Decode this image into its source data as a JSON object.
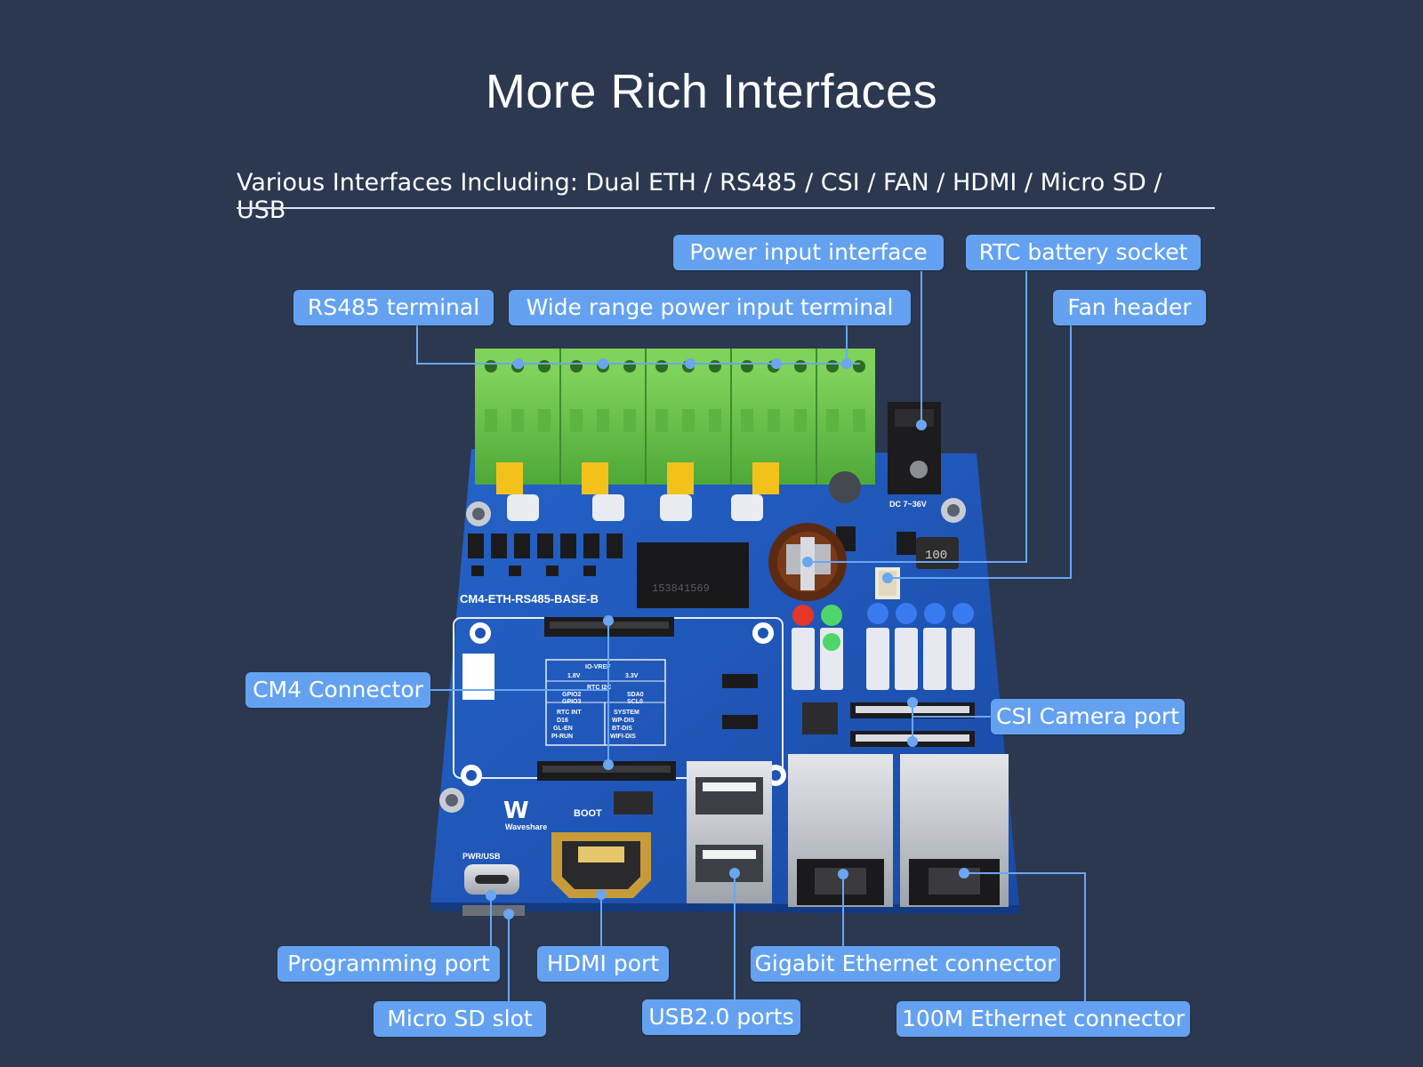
{
  "title": "More Rich Interfaces",
  "subtitle": "Various Interfaces Including: Dual ETH / RS485 / CSI / FAN / HDMI / Micro SD / USB",
  "colors": {
    "background": "#2b3850",
    "label_fill": "#64a2f1",
    "leader_line": "#6aa6f2",
    "pcb_blue": "#1f54b6",
    "terminal_green": "#6bc04b"
  },
  "board": {
    "silkscreen_name": "CM4-ETH-RS485-BASE-B",
    "brand": "Waveshare",
    "boot_label": "BOOT",
    "dc_label": "DC 7~36V",
    "coil_label": "100",
    "chip_label": "153841569",
    "usb_label": "PWR/USB",
    "jumper_labels": {
      "io_vref": "IO-VREF",
      "v18": "1.8V",
      "v33": "3.3V",
      "rtc_i2c": "RTC I2C",
      "gpio2": "GPIO2",
      "gpio3": "GPIO3",
      "sda0": "SDA0",
      "scl0": "SCL0",
      "rtc_int": "RTC INT",
      "d16": "D16",
      "gl_en": "GL-EN",
      "pi_run": "PI-RUN",
      "system": "SYSTEM",
      "wp_dis": "WP-DIS",
      "bt_dis": "BT-DIS",
      "wifi_dis": "WIFI-DIS"
    }
  },
  "labels": {
    "power_input": "Power input interface",
    "rtc_battery": "RTC battery socket",
    "rs485_terminal": "RS485 terminal",
    "wide_range_power": "Wide range power input terminal",
    "fan_header": "Fan header",
    "cm4_connector": "CM4 Connector",
    "csi_camera": "CSI Camera port",
    "programming_port": "Programming port",
    "hdmi_port": "HDMI port",
    "gigabit_ethernet": "Gigabit Ethernet connector",
    "micro_sd": "Micro SD slot",
    "usb20_ports": "USB2.0 ports",
    "ethernet_100m": "100M Ethernet connector"
  }
}
